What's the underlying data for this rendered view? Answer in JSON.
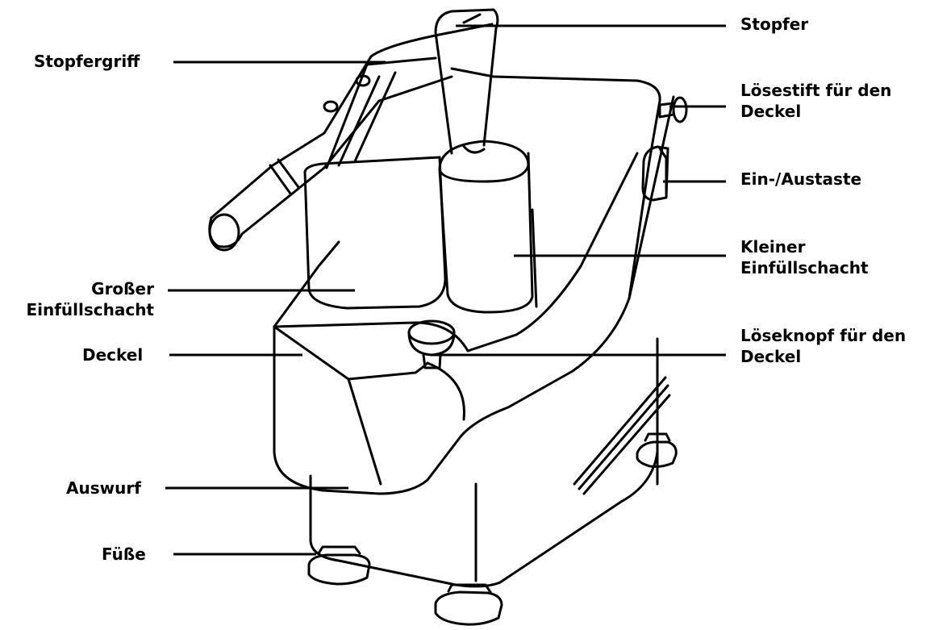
{
  "diagram": {
    "labels": {
      "stopfergriff": [
        "Stopfergriff"
      ],
      "grosser_schacht": [
        "Großer",
        "Einfüllschacht"
      ],
      "deckel": [
        "Deckel"
      ],
      "auswurf": [
        "Auswurf"
      ],
      "fuesse": [
        "Füße"
      ],
      "stopfer": [
        "Stopfer"
      ],
      "loesestift": [
        "Lösestift für den",
        "Deckel"
      ],
      "ein_austaste": [
        "Ein-/Austaste"
      ],
      "kleiner_schacht": [
        "Kleiner",
        "Einfüllschacht"
      ],
      "loeseknopf": [
        "Löseknopf für den",
        "Deckel"
      ]
    },
    "colors": {
      "line": "#000000",
      "background": "#ffffff"
    }
  }
}
